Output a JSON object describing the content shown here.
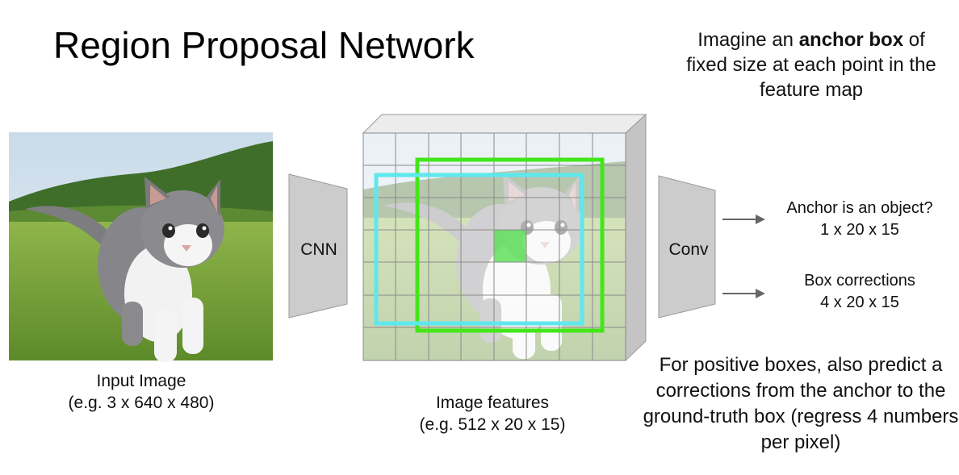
{
  "title": "Region Proposal Network",
  "anchor_note": {
    "before": "Imagine an ",
    "bold": "anchor box",
    "after": " of fixed size at each point in the feature map"
  },
  "input_caption": {
    "line1": "Input Image",
    "line2": "(e.g. 3 x 640 x 480)"
  },
  "cnn_label": "CNN",
  "features_caption": {
    "line1": "Image features",
    "line2": "(e.g. 512 x 20 x 15)"
  },
  "conv_label": "Conv",
  "outputs": {
    "object": {
      "line1": "Anchor is an object?",
      "line2": "1 x 20 x 15"
    },
    "box": {
      "line1": "Box corrections",
      "line2": "4 x 20 x 15"
    }
  },
  "positive_note": "For positive boxes, also predict a corrections from the anchor to the ground-truth box (regress 4 numbers per pixel)",
  "colors": {
    "anchor_box": "#5ee8ee",
    "gt_box": "#44e61a",
    "anchor_cell": "#5fe05a",
    "trapezoid": "#cccccc",
    "arrow": "#666666"
  }
}
